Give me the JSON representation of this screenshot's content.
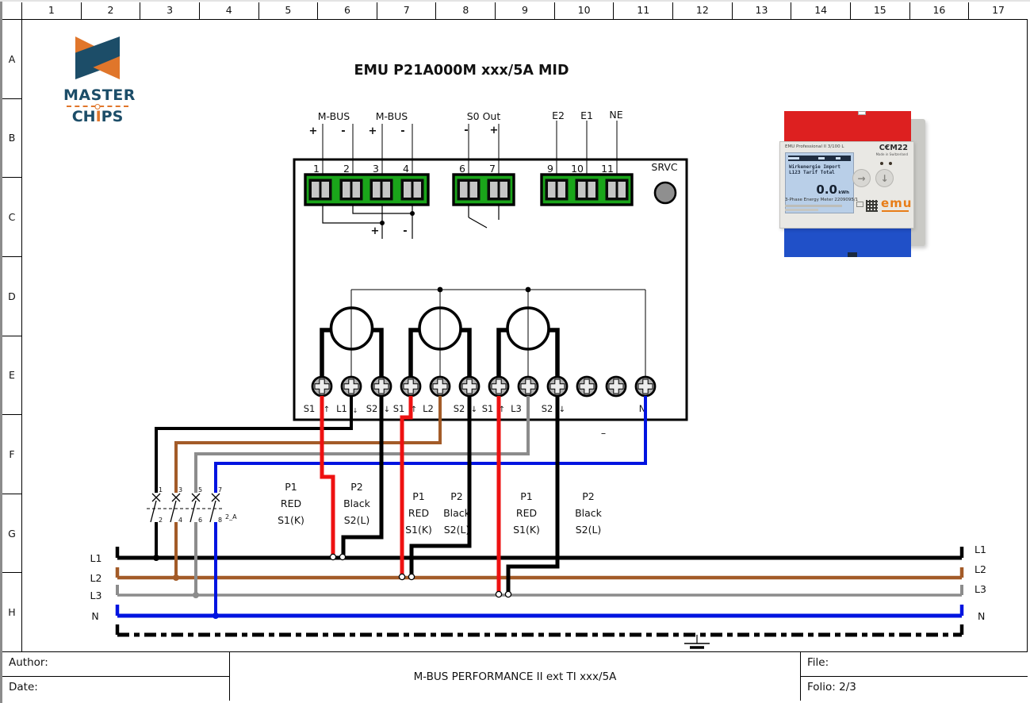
{
  "grid": {
    "columns": [
      "1",
      "2",
      "3",
      "4",
      "5",
      "6",
      "7",
      "8",
      "9",
      "10",
      "11",
      "12",
      "13",
      "14",
      "15",
      "16",
      "17"
    ],
    "rows": [
      "A",
      "B",
      "C",
      "D",
      "E",
      "F",
      "G",
      "H"
    ]
  },
  "logo": {
    "word1": "MASTER",
    "word2_pre": "CH",
    "word2_i": "I",
    "word2_post": "PS"
  },
  "title": "EMU P21A000M xxx/5A MID",
  "meter": {
    "top_labels": {
      "mbus1": "M-BUS",
      "mbus2": "M-BUS",
      "s0": "S0 Out",
      "e2": "E2",
      "e1": "E1",
      "ne": "NE"
    },
    "pin_signs": {
      "p1": "+",
      "p2": "-",
      "p3": "+",
      "p4": "-",
      "p6": "-",
      "p7": "+"
    },
    "pin_numbers": {
      "p1": "1",
      "p2": "2",
      "p3": "3",
      "p4": "4",
      "p6": "6",
      "p7": "7",
      "p9": "9",
      "p10": "10",
      "p11": "11"
    },
    "jumper_signs": {
      "plus": "+",
      "minus": "-"
    },
    "srvc": "SRVC",
    "screw_row": [
      "S1",
      "↑",
      "L1",
      "↓",
      "S2",
      "↓",
      "S1",
      "↑",
      "L2",
      "S2",
      "↓",
      "S1",
      "↑",
      "L3",
      "S2",
      "↓",
      "N"
    ],
    "dash": "–"
  },
  "ct_labels": {
    "p1": [
      "P1",
      "RED",
      "S1(K)"
    ],
    "p2": [
      "P2",
      "Black",
      "S2(L)"
    ]
  },
  "breaker": {
    "top": [
      "1",
      "3",
      "5",
      "7"
    ],
    "bottom": [
      "2",
      "4",
      "6",
      "8"
    ],
    "tag": "2_A"
  },
  "buses": {
    "left": [
      "L1",
      "L2",
      "L3",
      "N"
    ],
    "right": [
      "L1",
      "L2",
      "L3",
      "N"
    ]
  },
  "title_block": {
    "author_label": "Author:",
    "date_label": "Date:",
    "doc_title": "M-BUS PERFORMANCE II ext TI xxx/5A",
    "file_label": "File:",
    "folio_label": "Folio: 2/3"
  },
  "photo": {
    "model": "EMU Professional II 3/100 L",
    "ce": "C€M22",
    "made": "Made in Switzerland",
    "lcd_line1": "Wirkenergie Import",
    "lcd_line2": "L123 Tarif Total",
    "lcd_value": "0.0",
    "lcd_unit": "kWh",
    "type_line": "3-Phase Energy Meter 2209095/1",
    "brand": "emu",
    "btn_right": "→",
    "btn_down": "↓"
  },
  "colors": {
    "wire_red": "#ee1111",
    "wire_brown": "#a35b28",
    "wire_gray": "#8c8c8c",
    "wire_blue": "#0014e0",
    "wire_black": "#000000",
    "terminal_green": "#1aa51a",
    "logo_orange": "#e0762b",
    "logo_navy": "#1c4d68",
    "meter_red": "#dd2020",
    "meter_blue": "#2050c8",
    "lcd_blue": "#b9cfe8"
  }
}
